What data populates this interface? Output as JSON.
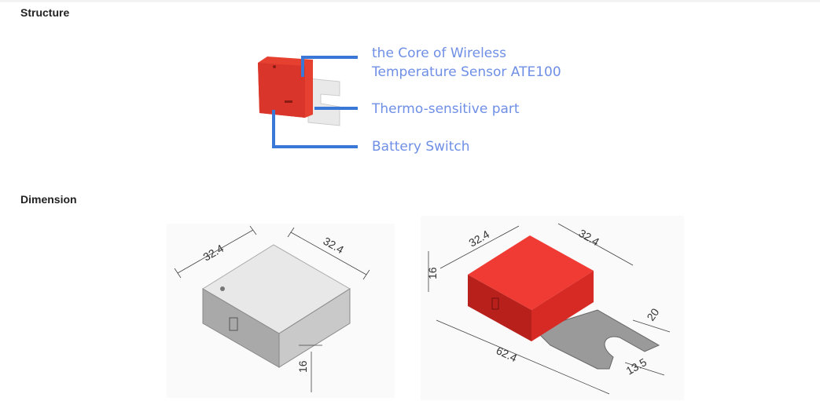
{
  "sections": {
    "structure": {
      "title": "Structure"
    },
    "dimension": {
      "title": "Dimension"
    }
  },
  "structure_diagram": {
    "labels": {
      "core_line1": "the Core of Wireless",
      "core_line2": "Temperature Sensor ATE100",
      "thermo": "Thermo-sensitive part",
      "battery": "Battery Switch"
    }
  },
  "dimension_drawings": {
    "left": {
      "width": "32.4",
      "depth": "32.4",
      "height": "16"
    },
    "right": {
      "width": "32.4",
      "depth": "32.4",
      "height": "16",
      "length": "62.4",
      "tab_width": "20",
      "slot": "13.5"
    }
  },
  "colors": {
    "label_blue": "#6f8fe6",
    "leader_blue": "#3a78d8",
    "sensor_red": "#e8322c"
  }
}
